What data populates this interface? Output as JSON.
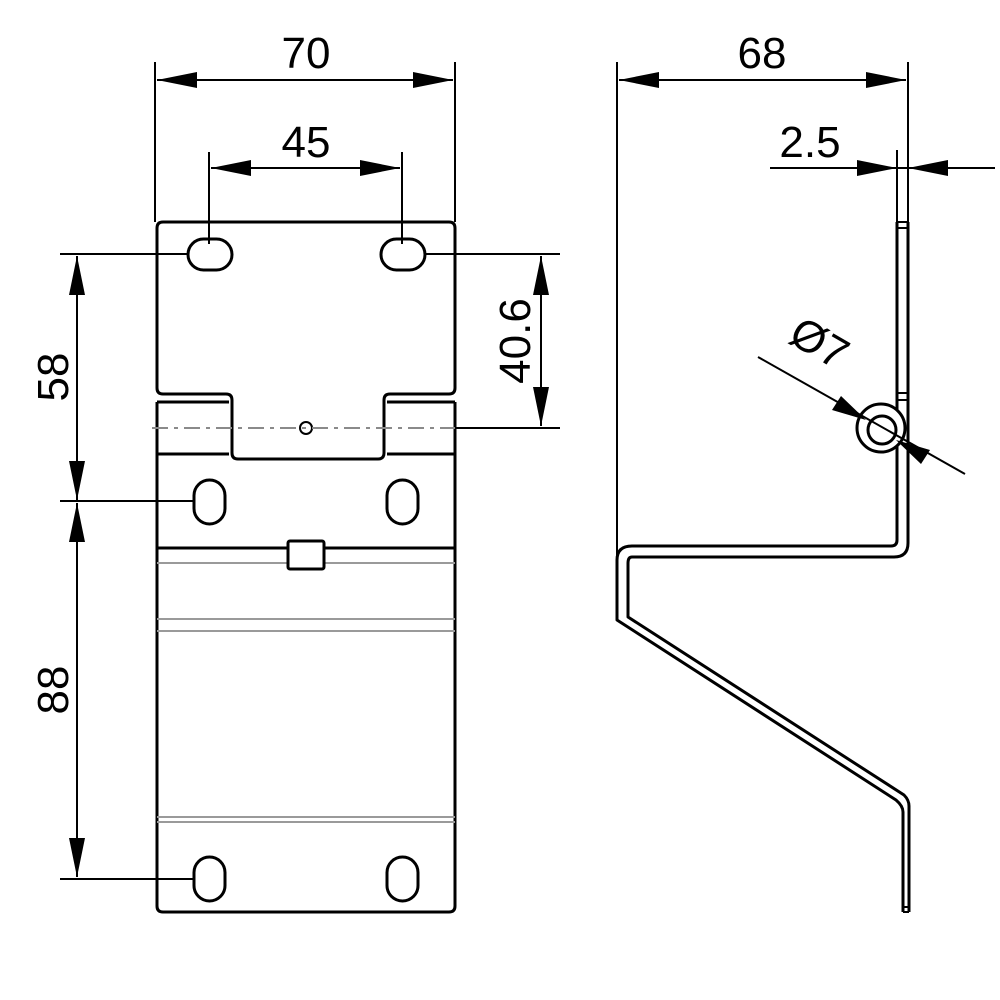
{
  "drawing": {
    "title": "Bracket technical drawing",
    "line_color": "#000000",
    "hidden_line_color": "#9a9a9a",
    "background": "#ffffff"
  },
  "front_view": {
    "dimensions": {
      "overall_width": "70",
      "hole_spacing_horizontal": "45",
      "upper_hole_to_hinge_axis": "40.6",
      "upper_to_middle_holes": "58",
      "middle_to_lower_holes": "88"
    }
  },
  "side_view": {
    "dimensions": {
      "overall_depth": "68",
      "material_thickness": "2.5",
      "pin_diameter": "Ø7"
    }
  }
}
